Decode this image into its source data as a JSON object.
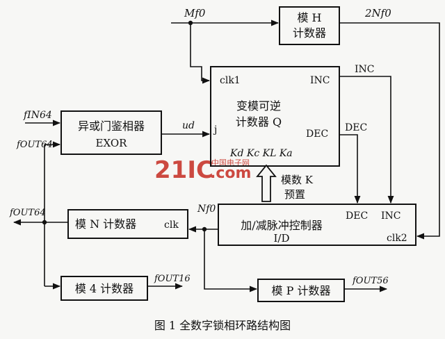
{
  "blocks": {
    "mod_h": {
      "line1": "模 H",
      "line2": "计数器"
    },
    "counter_q": {
      "clk": "clk1",
      "inc": "INC",
      "dec": "DEC",
      "j": "j",
      "line1": "变模可逆",
      "line2": "计数器 Q",
      "params": "Kd  Kc  KL  Ka"
    },
    "exor": {
      "line1": "异或门鉴相器",
      "line2": "EXOR"
    },
    "mod_n": {
      "label": "模 N 计数器",
      "clk": "clk"
    },
    "idc": {
      "dec": "DEC",
      "inc": "INC",
      "line1": "加/减脉冲控制器",
      "line2": "I/D",
      "clk": "clk2"
    },
    "mod_4": {
      "label": "模 4 计数器"
    },
    "mod_p": {
      "label": "模 P 计数器"
    }
  },
  "signals": {
    "mf0": "Mf0",
    "two_nf0": "2Nf0",
    "inc": "INC",
    "dec": "DEC",
    "fin64": "fIN64",
    "fout64_in": "fOUT64",
    "ud": "ud",
    "fout64_out": "fOUT64",
    "nf0": "Nf0",
    "fout16": "fOUT16",
    "fout56": "fOUT56"
  },
  "mod_k": {
    "line1": "模数 K",
    "line2": "预置"
  },
  "watermark": {
    "main": "21IC",
    "domain": ".com",
    "sub": "中国电子网"
  },
  "caption": "图 1  全数字锁相环路结构图"
}
